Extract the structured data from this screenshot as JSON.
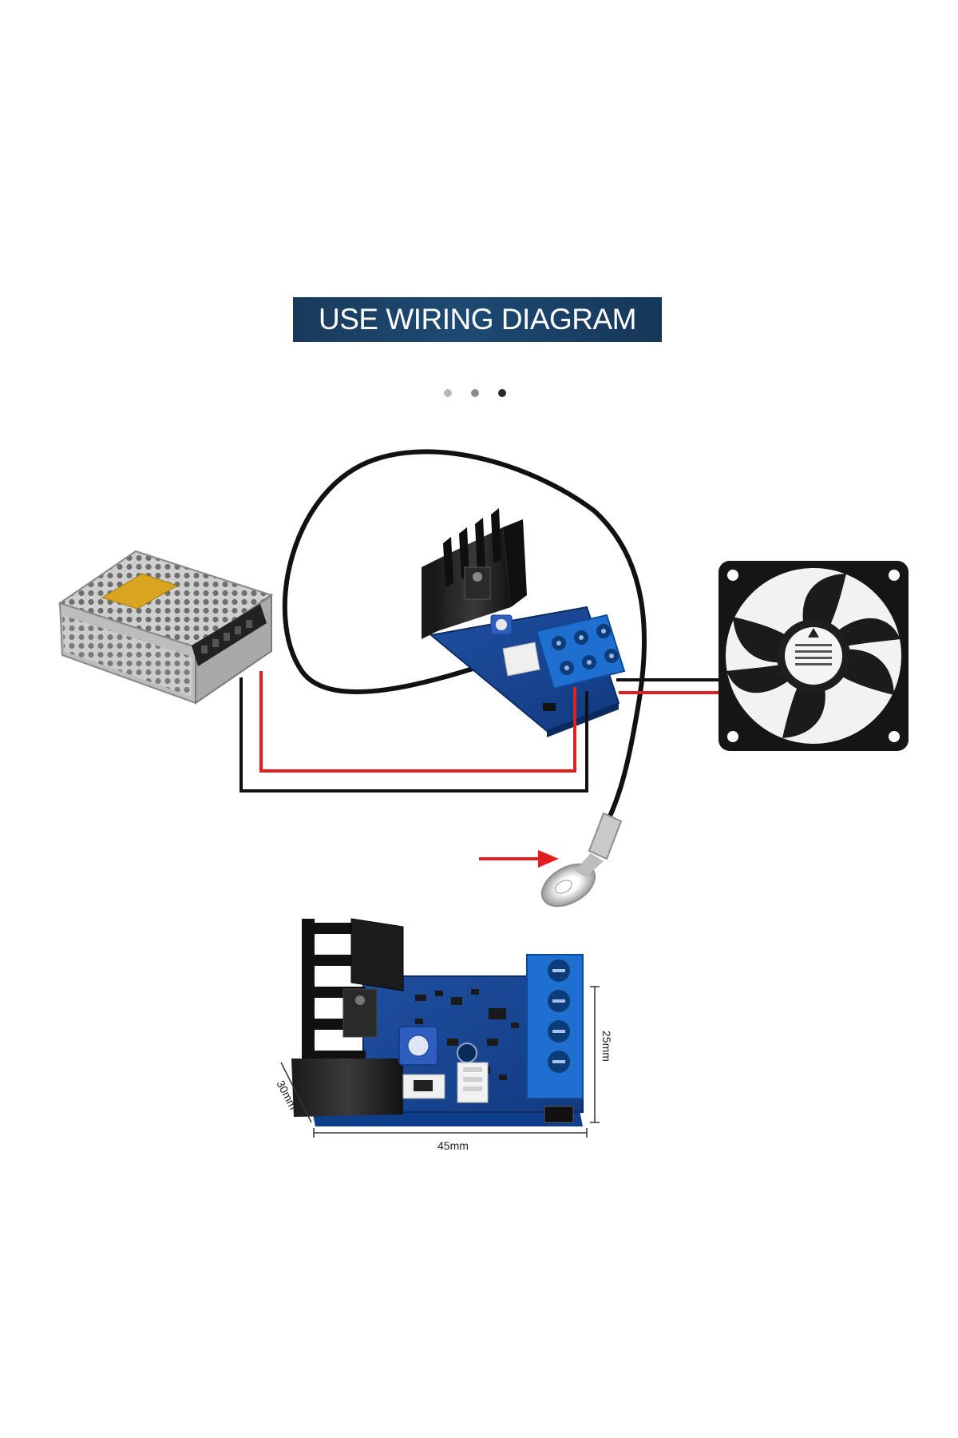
{
  "banner": {
    "title": "USE WIRING DIAGRAM"
  },
  "carousel": {
    "count": 3,
    "active_index": 2
  },
  "dimensions": {
    "width_label": "45mm",
    "height_label": "25mm",
    "depth_label": "30mm"
  },
  "wire_colors": {
    "positive": "#e02020",
    "negative": "#111111"
  },
  "components": [
    "power-supply-unit",
    "pwm-controller-board",
    "cooling-fan",
    "temperature-probe",
    "controller-board-photo"
  ]
}
